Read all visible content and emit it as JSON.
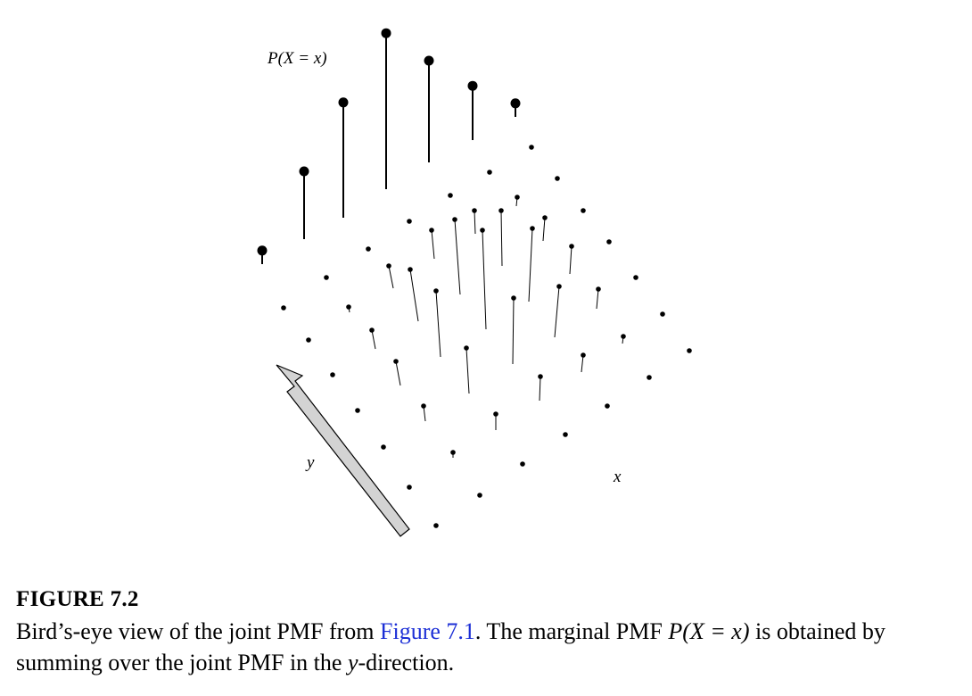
{
  "figure": {
    "top_label": "P(X = x)",
    "y_axis_label": "y",
    "x_axis_label": "x",
    "marginal_pmf": [
      0.02,
      0.1,
      0.17,
      0.23,
      0.15,
      0.08,
      0.02
    ]
  },
  "caption": {
    "heading": "FIGURE 7.2",
    "text_1": "Bird’s-eye view of the joint PMF from ",
    "link": "Figure 7.1",
    "text_2": ". The marginal PMF ",
    "math_1": "P(X = x)",
    "text_3": " is obtained by summing over the joint PMF in the ",
    "math_2": "y",
    "text_4": "-direction."
  },
  "colors": {
    "link": "#1c2fd6",
    "arrow_fill": "#d3d3d3",
    "ink": "#000000"
  }
}
